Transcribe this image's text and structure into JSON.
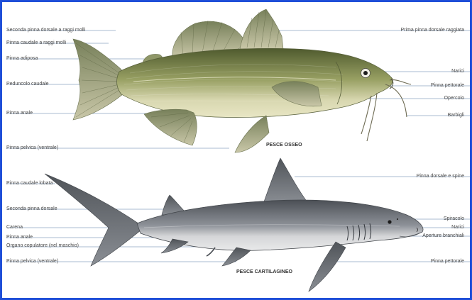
{
  "bony_fish": {
    "caption": "PESCE OSSEO",
    "left_labels": [
      "Seconda pinna dorsale a raggi molli",
      "Pinna caudale a raggi molli",
      "Pinna adiposa",
      "Peduncolo caudale",
      "Pinna anale",
      "Pinna pelvica (ventrale)"
    ],
    "right_labels": [
      "Prima pinna dorsale raggiata",
      "Narici",
      "Pinna pettorale",
      "Opercolo",
      "Barbigli"
    ]
  },
  "cartilaginous_fish": {
    "caption": "PESCE CARTILAGINEO",
    "left_labels": [
      "Pinna caudale lobata",
      "Seconda pinna dorsale",
      "Carena",
      "Pinna anale",
      "Organo copulatore (nel maschio)",
      "Pinna pelvica (ventrale)"
    ],
    "right_labels": [
      "Pinna dorsale e spine",
      "Spiracolo",
      "Narici",
      "Aperture branchiali",
      "Pinna pettorale"
    ]
  },
  "colors": {
    "frame_border": "#1f4fd8",
    "leader_line": "#8da4c0",
    "bony_fish_back": "#4f5a2e",
    "bony_fish_belly": "#e8e6c4",
    "shark_back": "#4b4f55",
    "shark_belly": "#e9e9ea"
  }
}
